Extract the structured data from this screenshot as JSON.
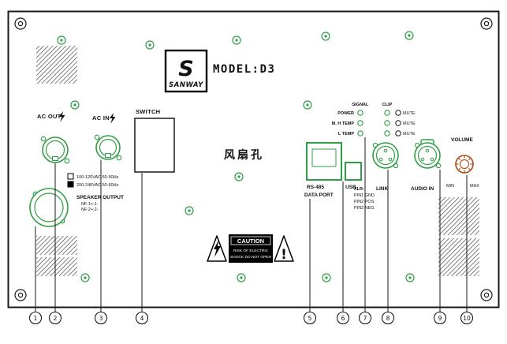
{
  "brand": {
    "logo_letter": "S",
    "name": "SANWAY",
    "model": "MODEL:D3"
  },
  "power": {
    "ac_out": "AC OUT",
    "ac_in": "AC IN",
    "switch": "SWITCH",
    "voltage_a": "100-120VAC 50-60Hz",
    "voltage_b": "200-240VAC 50-60Hz",
    "speaker_output": "SPEAKER OUTPUT",
    "wiring_a": "NF:1+;1-",
    "wiring_b": "NF:2+;2-"
  },
  "center": {
    "fan_hole": "风扇孔"
  },
  "caution": {
    "title": "CAUTION",
    "line1": "RISK OF ELECTRIC",
    "line2": "SHOCK DO NOT OPEN",
    "mark": "!"
  },
  "indicators": {
    "signal": "SIGNAL",
    "clip": "CLIP",
    "rows": [
      "POWER",
      "M. H TEMP",
      "L TEMP"
    ],
    "mute": "MUTE"
  },
  "io": {
    "rs485": "RS-485",
    "data_port": "DATA PORT",
    "usb": "USB",
    "xlr": "XLR:",
    "pin1": "PIN1 GND",
    "pin2": "PIN2 POS",
    "pin3": "PIN3 NEG",
    "link": "LINK",
    "audio_in": "AUDIO IN"
  },
  "volume": {
    "label": "VOLUME",
    "min": "MIN",
    "max": "MAX"
  },
  "callouts": [
    "1",
    "2",
    "3",
    "4",
    "5",
    "6",
    "7",
    "8",
    "9",
    "10"
  ],
  "colors": {
    "connector_green": "#2f9e44",
    "knob_orange": "#b05a2a",
    "line_black": "#1a1a1a"
  }
}
